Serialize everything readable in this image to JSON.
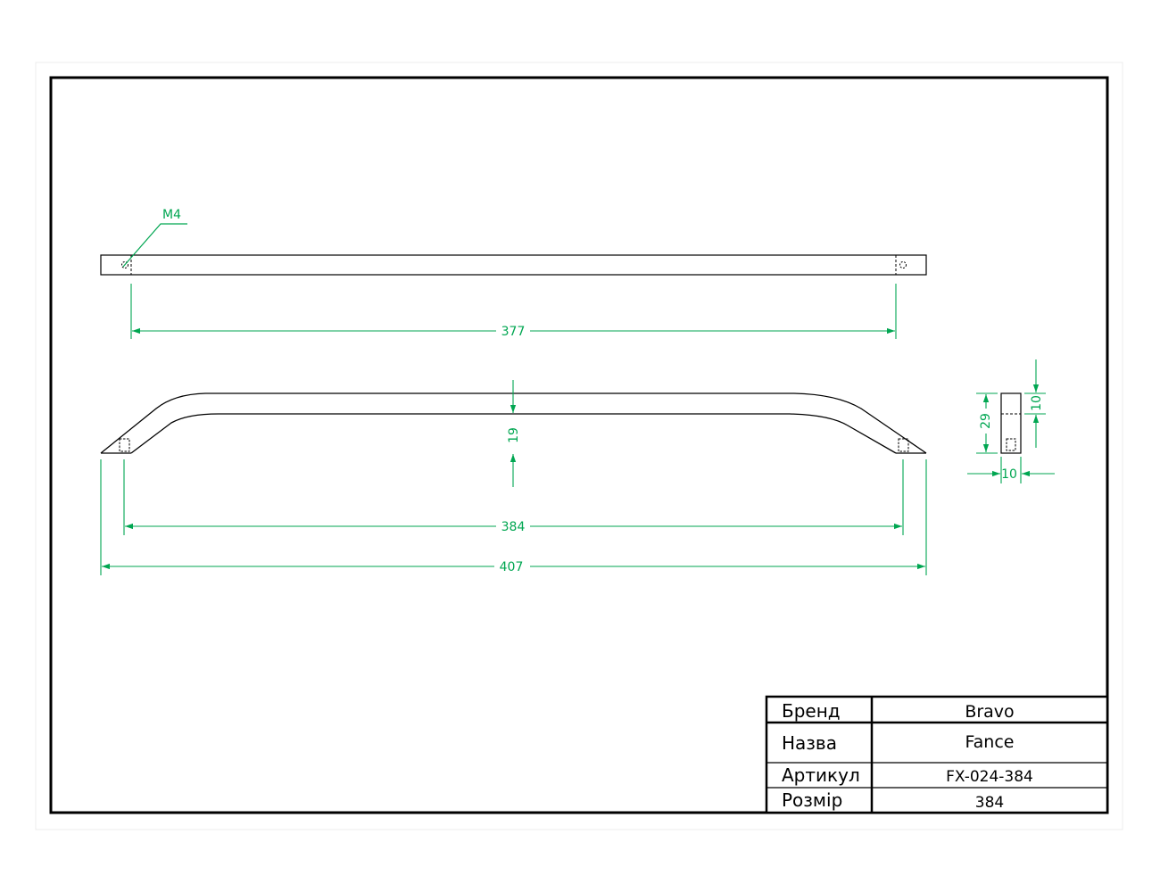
{
  "colors": {
    "dimension": "#00a651",
    "outline": "#000000",
    "background": "#ffffff"
  },
  "drawing": {
    "thread_callout": "M4",
    "dimensions": {
      "hole_spacing_top": "377",
      "height_front": "19",
      "center_distance": "384",
      "overall_length": "407",
      "profile_height": "29",
      "profile_height_small": "10",
      "profile_width": "10"
    }
  },
  "title_block": {
    "rows": [
      {
        "label": "Бренд",
        "value": "Bravo"
      },
      {
        "label": "Назва",
        "value": "Fance"
      },
      {
        "label": "Артикул",
        "value": "FX-024-384"
      },
      {
        "label": "Розмір",
        "value": "384"
      }
    ]
  }
}
